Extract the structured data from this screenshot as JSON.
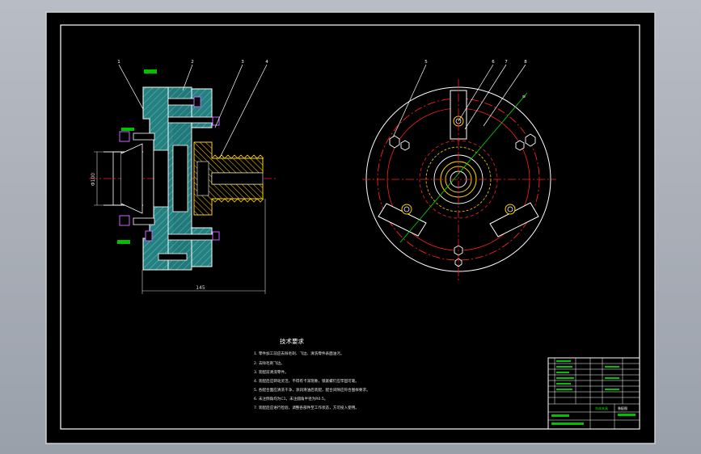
{
  "drawing": {
    "tech_req_title": "技术要求",
    "tech_requirements": [
      "1. 零件加工前应去除毛刺、飞边、清洗零件表面油污。",
      "2. 去除毛刺飞边。",
      "3. 装配前清洗零件。",
      "4. 装配后应转动灵活，不得有卡滞现象，锁紧螺钉应牢固可靠。",
      "5. 各配合面应清洗干净，涂润滑油后装配，配合间隙应符合图样要求。",
      "6. 未注倒角均为C1，未注圆角半径为R0.5。",
      "7. 装配后应进行检验，调整各部件至工作状态，方可投入使用。"
    ],
    "callouts_left": [
      "1",
      "2",
      "3",
      "4"
    ],
    "callouts_right": [
      "5",
      "6",
      "7",
      "8"
    ],
    "dimension_bottom": "145",
    "dimension_left": "Φ100",
    "title_block_name": "车床夹具",
    "title_block_drawing_no": "装配图"
  },
  "colors": {
    "background": "#000000",
    "frame": "#ffffff",
    "hatch_section": "#2f9fa0",
    "outline": "#ffffff",
    "center_line": "#ff2020",
    "hidden_line": "#ff2020",
    "parts_yellow": "#ffd200",
    "dimension": "#d8d8d8",
    "label_green": "#00e000",
    "gap_fill": "#1e7b6f"
  }
}
